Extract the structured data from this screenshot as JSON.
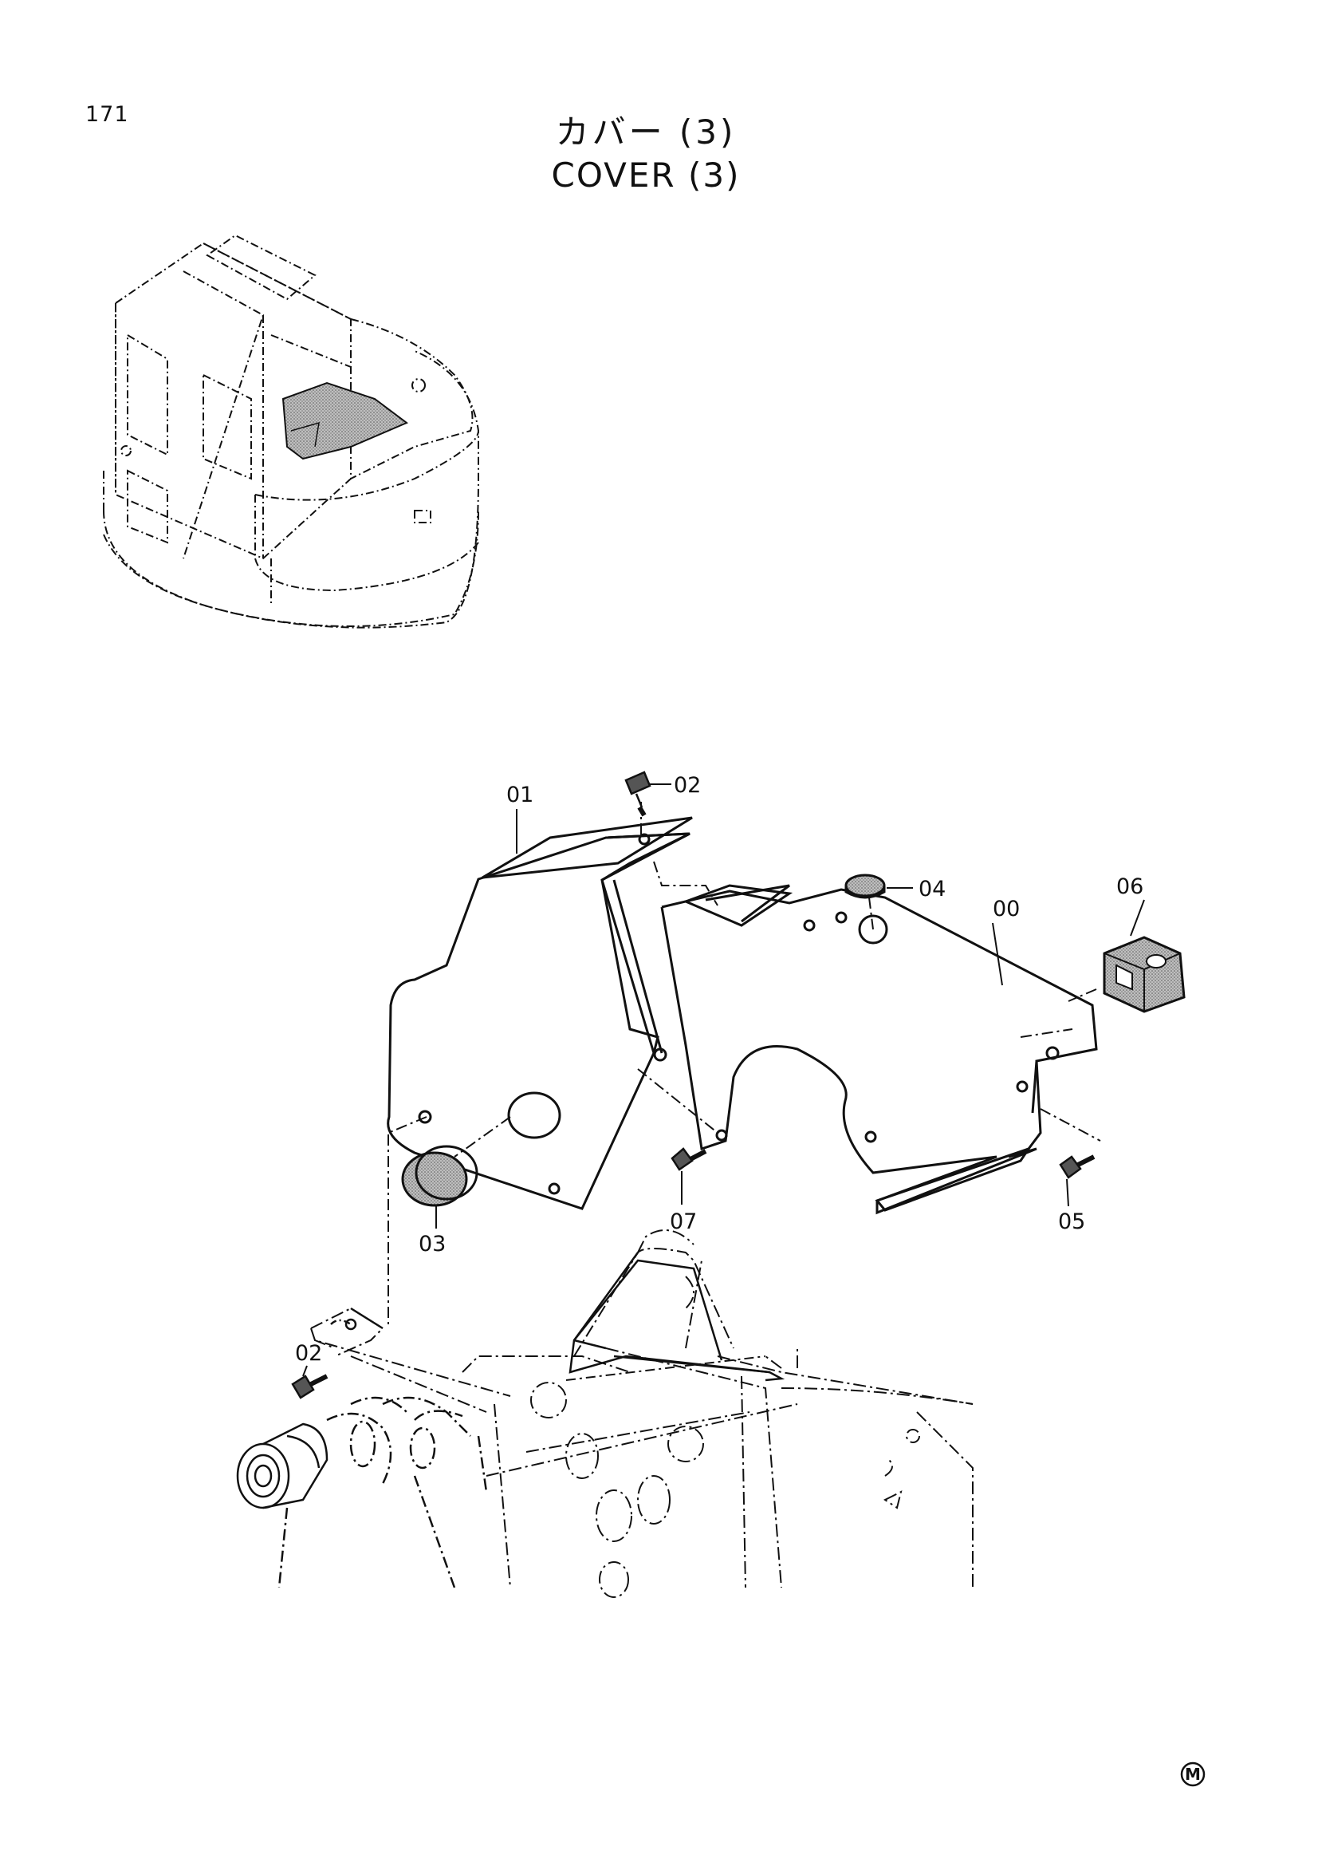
{
  "page": {
    "number": "171",
    "title_jp": "カバー (3)",
    "title_en": "COVER (3)",
    "mark": "M"
  },
  "callouts": [
    {
      "id": "01",
      "label": "01"
    },
    {
      "id": "02a",
      "label": "02"
    },
    {
      "id": "02b",
      "label": "02"
    },
    {
      "id": "03",
      "label": "03"
    },
    {
      "id": "04",
      "label": "04"
    },
    {
      "id": "00",
      "label": "00"
    },
    {
      "id": "06",
      "label": "06"
    },
    {
      "id": "07",
      "label": "07"
    },
    {
      "id": "05",
      "label": "05"
    }
  ],
  "colors": {
    "line": "#111111",
    "fill_part": "#d9d9d9",
    "background": "#ffffff"
  }
}
